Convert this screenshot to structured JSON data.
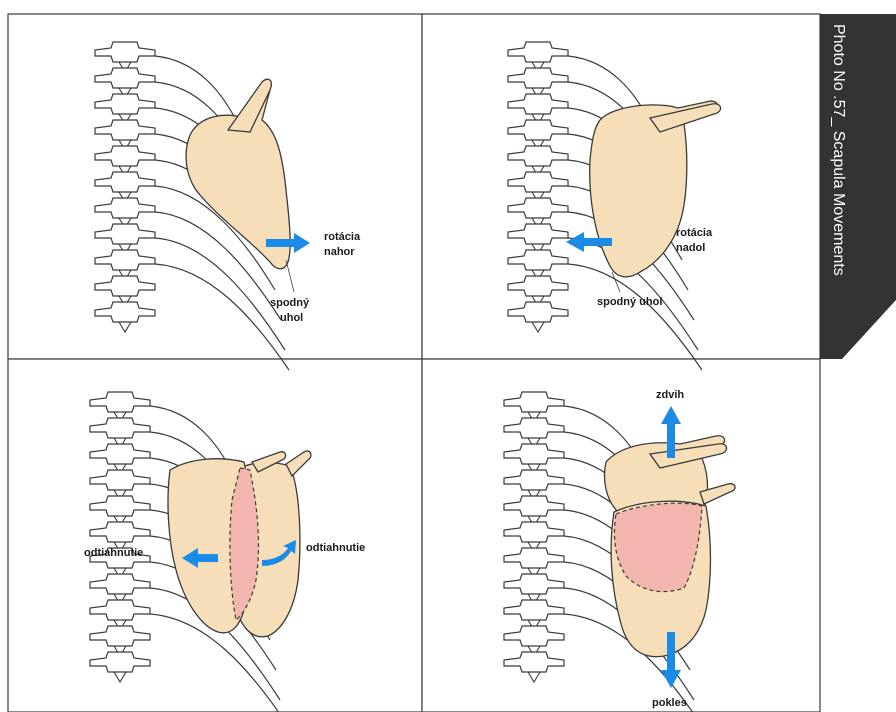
{
  "caption": "Photo No .57_ Scapula Movements",
  "colors": {
    "arrow": "#1a8ce8",
    "scapula_fill": "#f6dfb8",
    "highlight_fill": "#f2b6ae",
    "caption_bg": "#333333",
    "outline": "#3a3a3a"
  },
  "panels": {
    "upward_rotation": {
      "label_line1": "rotácia",
      "label_line2": "nahor",
      "angle_line1": "spodný",
      "angle_line2": "uhol",
      "arrow_icon": "arrow-right-icon"
    },
    "downward_rotation": {
      "label_line1": "rotácia",
      "label_line2": "nadol",
      "angle": "spodný uhol",
      "arrow_icon": "arrow-left-icon"
    },
    "abduction": {
      "label_left": "odtiahnutie",
      "label_right": "odtiahnutie",
      "arrow_icons": [
        "arrow-left-icon",
        "curved-arrow-icon"
      ]
    },
    "elevation_depression": {
      "label_top": "zdvih",
      "label_bottom": "pokles",
      "arrow_icons": [
        "arrow-up-icon",
        "arrow-down-icon"
      ]
    }
  }
}
